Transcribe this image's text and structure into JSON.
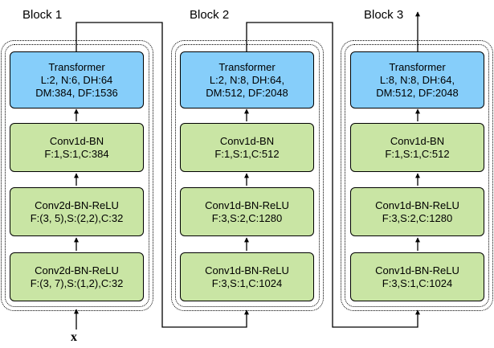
{
  "input_label": "x",
  "blocks": [
    {
      "title": "Block 1",
      "transformer": {
        "name": "Transformer",
        "line1": "L:2, N:6, DH:64",
        "line2": "DM:384, DF:1536"
      },
      "convs": [
        {
          "name": "Conv1d-BN",
          "params": "F:1,S:1,C:384"
        },
        {
          "name": "Conv2d-BN-ReLU",
          "params": "F:(3, 5),S:(2,2),C:32"
        },
        {
          "name": "Conv2d-BN-ReLU",
          "params": "F:(3, 7),S:(1,2),C:32"
        }
      ]
    },
    {
      "title": "Block 2",
      "transformer": {
        "name": "Transformer",
        "line1": "L:2, N:8, DH:64,",
        "line2": "DM:512, DF:2048"
      },
      "convs": [
        {
          "name": "Conv1d-BN",
          "params": "F:1,S:1,C:512"
        },
        {
          "name": "Conv1d-BN-ReLU",
          "params": "F:3,S:2,C:1280"
        },
        {
          "name": "Conv1d-BN-ReLU",
          "params": "F:3,S:1,C:1024"
        }
      ]
    },
    {
      "title": "Block 3",
      "transformer": {
        "name": "Transformer",
        "line1": "L:8, N:8, DH:64,",
        "line2": "DM:512, DF:2048"
      },
      "convs": [
        {
          "name": "Conv1d-BN",
          "params": "F:1,S:1,C:512"
        },
        {
          "name": "Conv1d-BN-ReLU",
          "params": "F:3,S:2,C:1280"
        },
        {
          "name": "Conv1d-BN-ReLU",
          "params": "F:3,S:1,C:1024"
        }
      ]
    }
  ],
  "colors": {
    "transformer_fill": "#86cefa",
    "conv_fill": "#c9e5a4",
    "line": "#000000"
  }
}
